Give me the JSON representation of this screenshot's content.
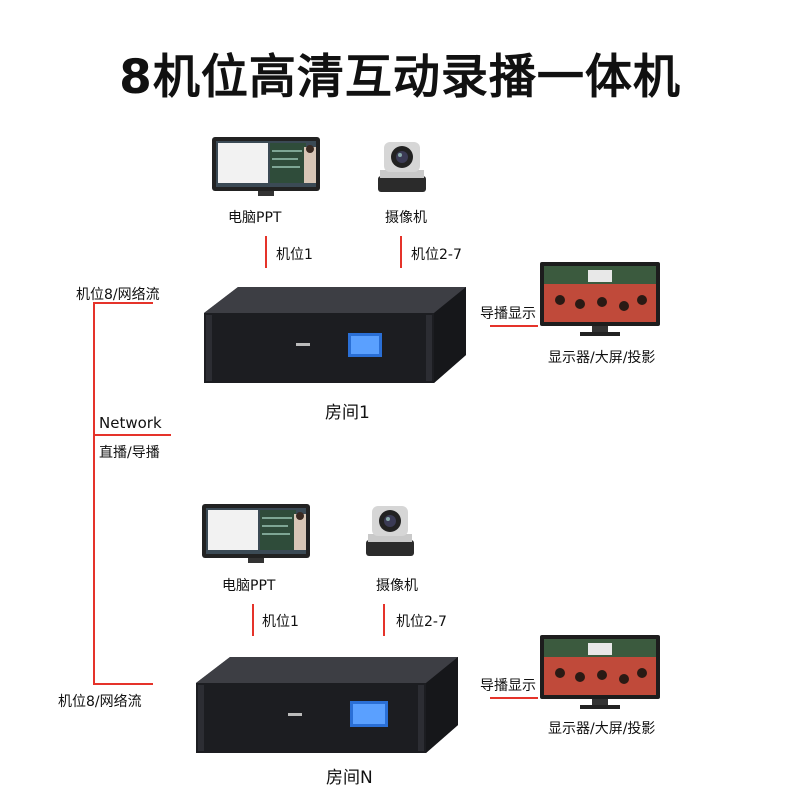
{
  "title": "8机位高清互动录播一体机",
  "colors": {
    "accent_line": "#e5332a",
    "device_body": "#1a1b1f",
    "screen_blue": "#2a6fd6"
  },
  "network": {
    "label": "Network",
    "sub_label": "直播/导播"
  },
  "rooms": [
    {
      "name": "房间1",
      "pc_label": "电脑PPT",
      "camera_label": "摄像机",
      "pc_channel": "机位1",
      "camera_channel": "机位2-7",
      "stream_label": "机位8/网络流",
      "output_label": "导播显示",
      "display_label": "显示器/大屏/投影"
    },
    {
      "name": "房间N",
      "pc_label": "电脑PPT",
      "camera_label": "摄像机",
      "pc_channel": "机位1",
      "camera_channel": "机位2-7",
      "stream_label": "机位8/网络流",
      "output_label": "导播显示",
      "display_label": "显示器/大屏/投影"
    }
  ]
}
